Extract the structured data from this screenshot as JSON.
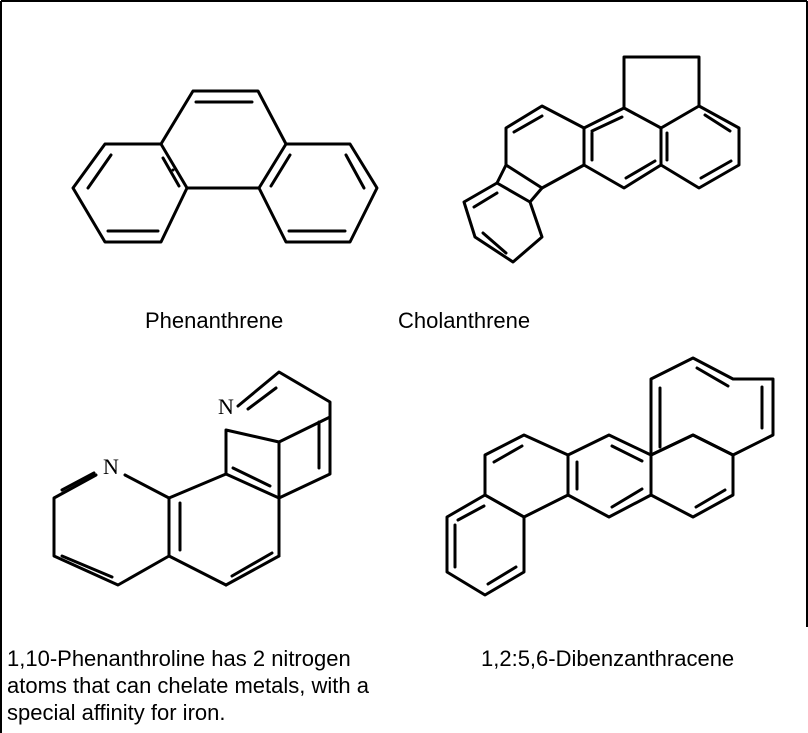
{
  "captions": {
    "phenanthrene": "Phenanthrene",
    "cholanthrene": "Cholanthrene",
    "phenanthroline": "1,10-Phenanthroline has 2 nitrogen atoms that can chelate metals, with a special affinity for iron.",
    "dibenzanthracene": "1,2:5,6-Dibenzanthracene"
  },
  "atoms": {
    "nitrogen_top": "N",
    "nitrogen_left": "N"
  },
  "colors": {
    "line": "#000000",
    "background": "#ffffff"
  }
}
